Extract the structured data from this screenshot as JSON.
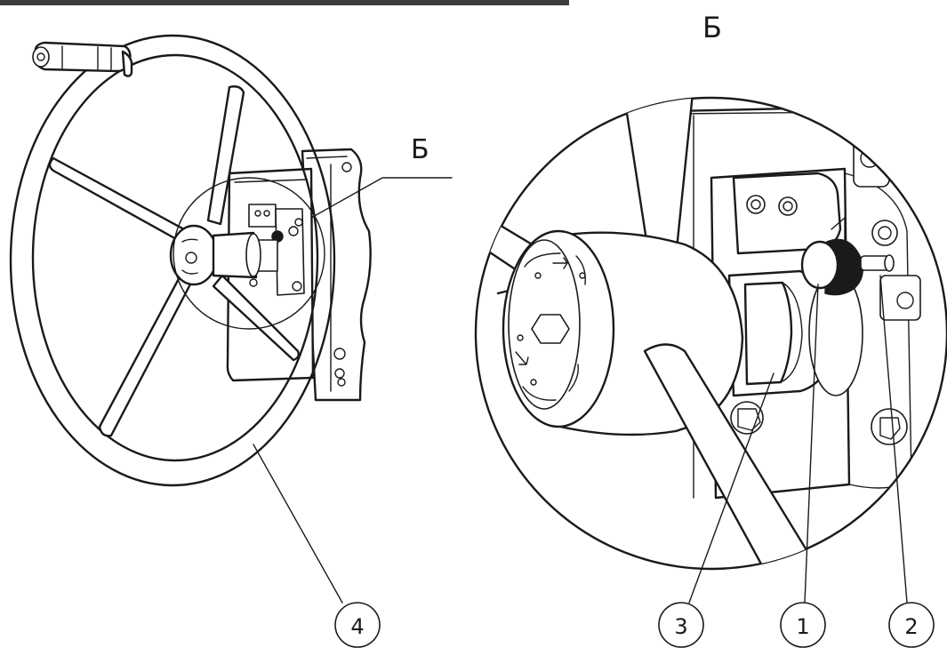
{
  "detail_view": {
    "view_letter": "Б"
  },
  "overview": {
    "view_marker": "Б"
  },
  "callouts": [
    {
      "id": "handwheel",
      "text": "4"
    },
    {
      "id": "hub",
      "text": "3"
    },
    {
      "id": "lock-knob",
      "text": "1"
    },
    {
      "id": "pin",
      "text": "2"
    }
  ]
}
